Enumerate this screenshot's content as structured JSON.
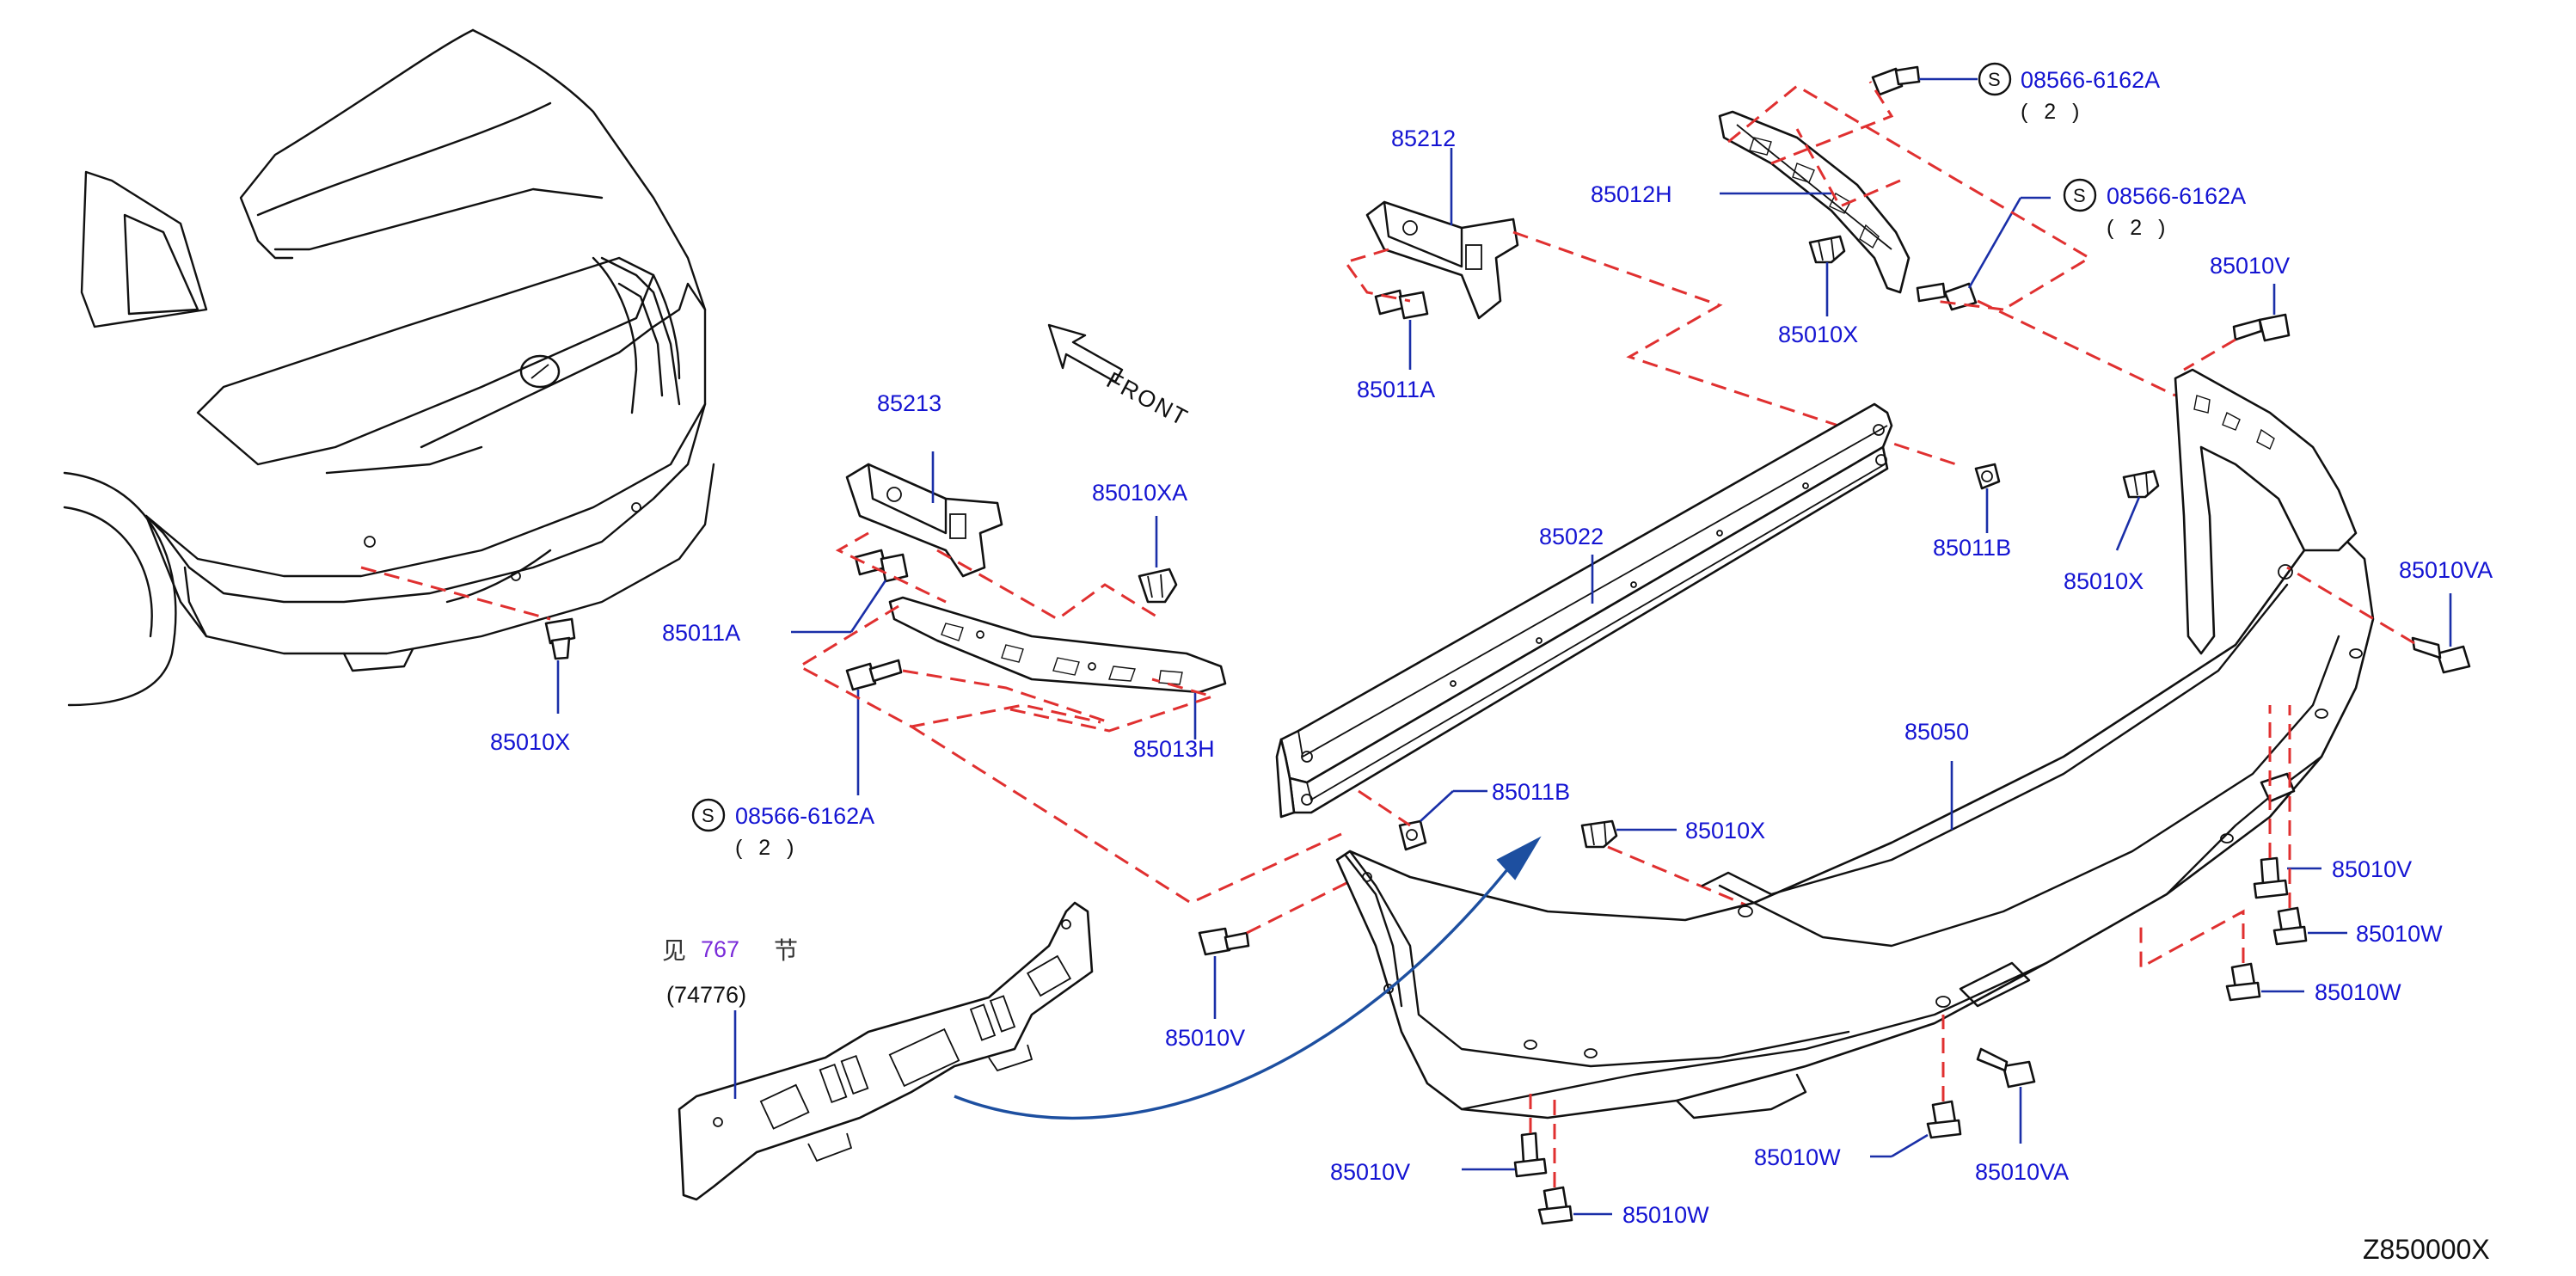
{
  "diagram_code": "Z850000X",
  "direction_label": "FRONT",
  "see_section": {
    "prefix": "见",
    "number": "767",
    "suffix": "节",
    "ref_part": "(74776)"
  },
  "standard_marker": "S",
  "labels": {
    "p85212": "85212",
    "p85012H": "85012H",
    "p85213": "85213",
    "p85010XA": "85010XA",
    "p85022": "85022",
    "p85050": "85050",
    "p85013H": "85013H",
    "p85011A_top": "85011A",
    "p85011A_left": "85011A",
    "p85011B_top": "85011B",
    "p85011B_mid": "85011B",
    "p85010X_car": "85010X",
    "p85010X_top": "85010X",
    "p85010X_mid": "85010X",
    "p85010X_right": "85010X",
    "p85010V_top": "85010V",
    "p85010V_right": "85010V",
    "p85010V_left": "85010V",
    "p85010V_bottom": "85010V",
    "p85010VA_right": "85010VA",
    "p85010VA_bottom": "85010VA",
    "p85010W_r1": "85010W",
    "p85010W_r2": "85010W",
    "p85010W_bottom": "85010W",
    "p85010W_mid": "85010W",
    "std1_part": "08566-6162A",
    "std1_qty": "( 2 )",
    "std2_part": "08566-6162A",
    "std2_qty": "( 2 )",
    "std3_part": "08566-6162A",
    "std3_qty": "( 2 )"
  },
  "colors": {
    "part_number": "#1414d2",
    "leader_line": "#1a2fa8",
    "phantom_line": "#e03030",
    "section_number": "#7a2bd9",
    "reference_arrow": "#1d4fa0"
  }
}
